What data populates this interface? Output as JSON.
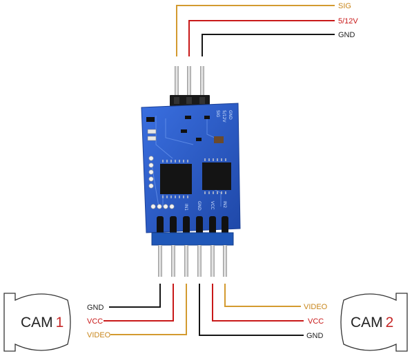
{
  "input_labels": {
    "sig": "SIG",
    "power": "5/12V",
    "gnd": "GND"
  },
  "cam1": {
    "word": "CAM",
    "number": "1",
    "gnd": "GND",
    "vcc": "VCC",
    "video": "VIDEO"
  },
  "cam2": {
    "word": "CAM",
    "number": "2",
    "gnd": "GND",
    "vcc": "VCC",
    "video": "VIDEO"
  },
  "silkscreen": {
    "top": [
      "GND",
      "5/12V",
      "SIG"
    ],
    "bottom": [
      "IN1",
      "GND",
      "VCC",
      "IN2"
    ]
  },
  "colors": {
    "signal_wire": "#d39a2f",
    "power_wire": "#c81818",
    "ground_wire": "#151515",
    "pcb": "#2a5bc4",
    "header_housing": "#1f57b8",
    "cam_number": "#c62828",
    "label_red": "#c81818",
    "label_orange": "#c8861a"
  },
  "icons": [
    "camera-1-icon",
    "camera-2-icon",
    "pcb-board-icon",
    "pin-header-icon"
  ]
}
